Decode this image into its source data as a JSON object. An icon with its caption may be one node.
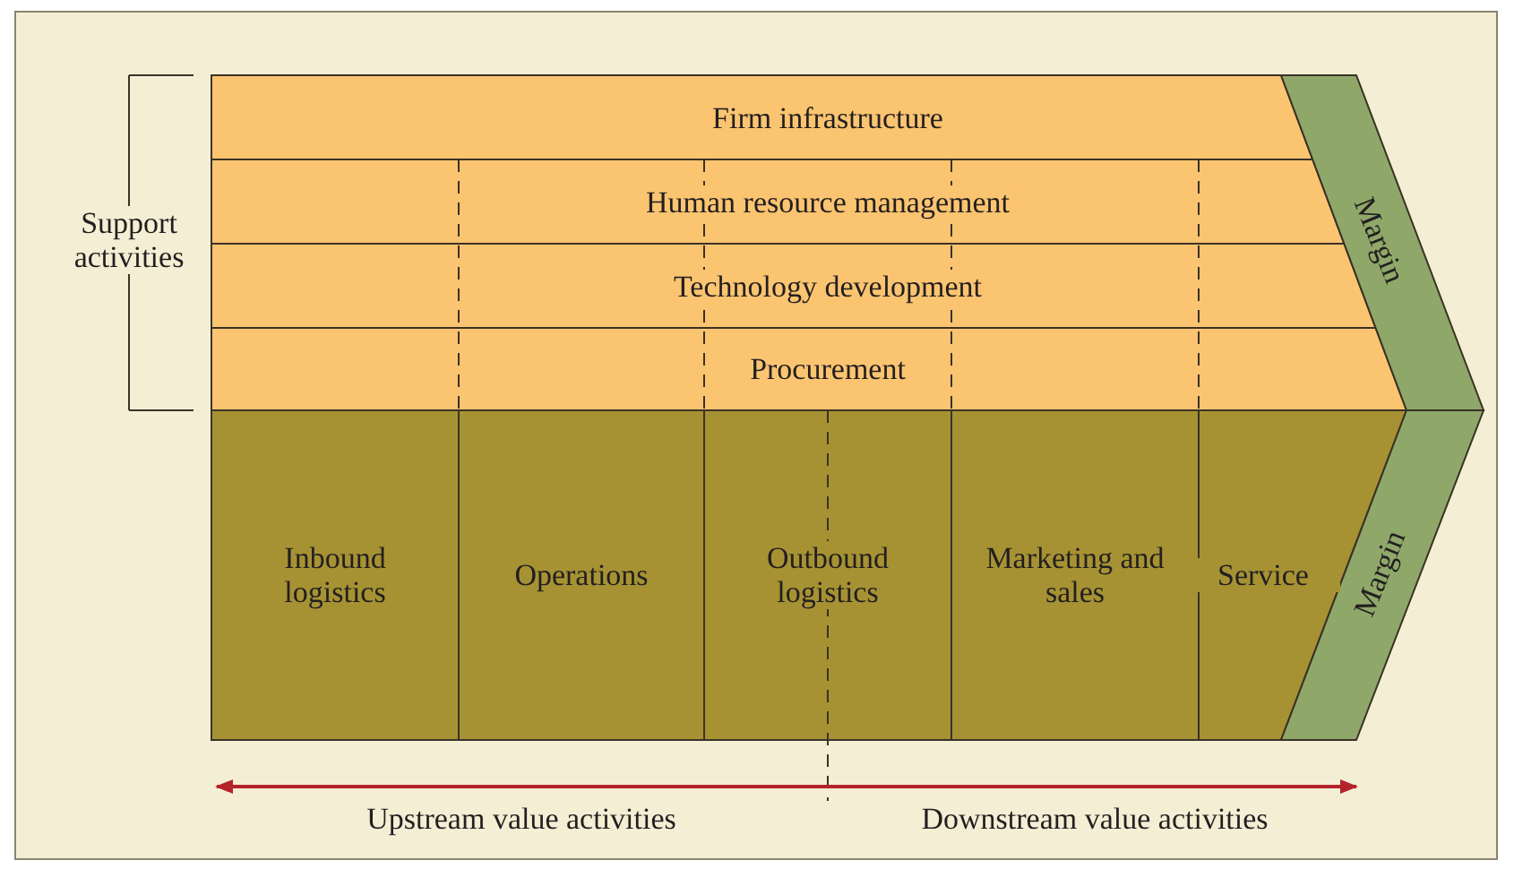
{
  "diagram": {
    "nodes": [
      {
        "text": [
          "Firm infrastructure"
        ]
      },
      {
        "text": [
          "Human resource management"
        ]
      },
      {
        "text": [
          "Technology development"
        ]
      },
      {
        "text": [
          "Procurement"
        ]
      },
      {
        "text": [
          "Inbound logistics"
        ]
      },
      {
        "text": [
          "Operations"
        ]
      },
      {
        "text": [
          "Outbound logistics"
        ]
      },
      {
        "text": [
          "Marketing and sales"
        ]
      },
      {
        "text": [
          "Service"
        ]
      },
      {
        "text": [
          "Margin"
        ]
      },
      {
        "text": [
          "Margin"
        ]
      }
    ],
    "edges": [],
    "labels": [
      "Support activities",
      "Upstream value activities",
      "Downstream value activities"
    ]
  }
}
